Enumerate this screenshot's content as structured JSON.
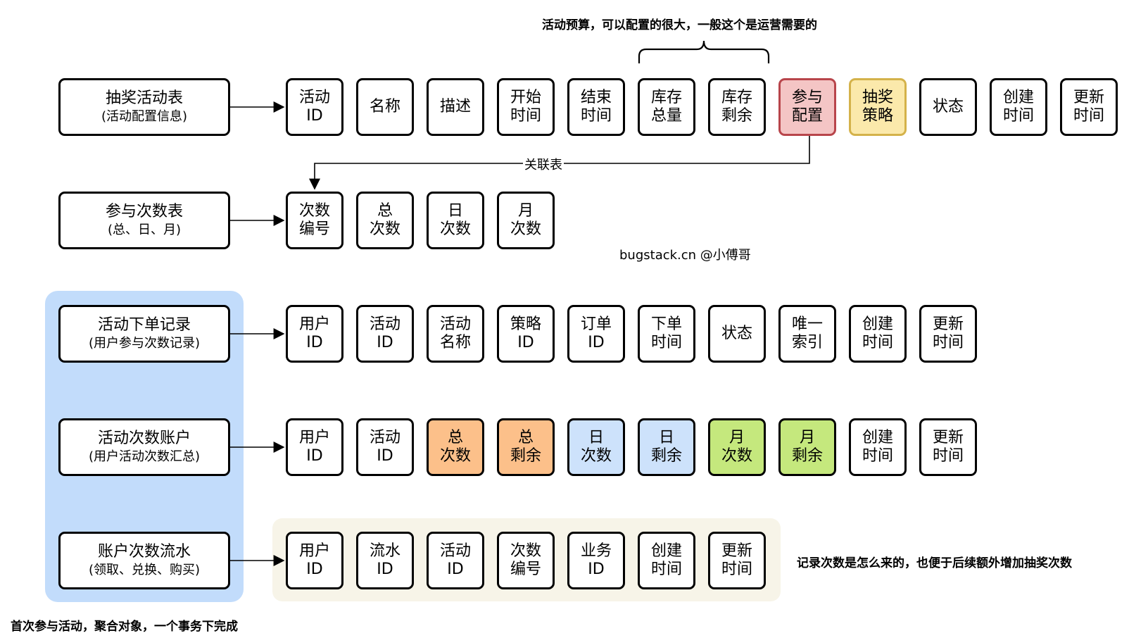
{
  "top_note": "活动预算，可以配置的很大，一般这个是运营需要的",
  "link_label": "关联表",
  "credit": "bugstack.cn @小傅哥",
  "right_note": "记录次数是怎么来的，也便于后续额外增加抽奖次数",
  "bottom_note": "首次参与活动，聚合对象，一个事务下完成",
  "colors": {
    "blue_panel": "#c2dcfb",
    "cream_panel": "#f7f4e8",
    "red": "#f4c5c5",
    "yellow": "#fbe9ab",
    "orange": "#fcc08a",
    "light_blue": "#cde2fb",
    "green": "#c5e87d"
  },
  "tables": {
    "raffle_activity": {
      "title": "抽奖活动表",
      "subtitle": "(活动配置信息)",
      "fields": [
        [
          "活动",
          "ID"
        ],
        [
          "名称"
        ],
        [
          "描述"
        ],
        [
          "开始",
          "时间"
        ],
        [
          "结束",
          "时间"
        ],
        [
          "库存",
          "总量"
        ],
        [
          "库存",
          "剩余"
        ],
        [
          "参与",
          "配置"
        ],
        [
          "抽奖",
          "策略"
        ],
        [
          "状态"
        ],
        [
          "创建",
          "时间"
        ],
        [
          "更新",
          "时间"
        ]
      ]
    },
    "count_table": {
      "title": "参与次数表",
      "subtitle": "(总、日、月)",
      "fields": [
        [
          "次数",
          "编号"
        ],
        [
          "总",
          "次数"
        ],
        [
          "日",
          "次数"
        ],
        [
          "月",
          "次数"
        ]
      ]
    },
    "order_record": {
      "title": "活动下单记录",
      "subtitle": "(用户参与次数记录)",
      "fields": [
        [
          "用户",
          "ID"
        ],
        [
          "活动",
          "ID"
        ],
        [
          "活动",
          "名称"
        ],
        [
          "策略",
          "ID"
        ],
        [
          "订单",
          "ID"
        ],
        [
          "下单",
          "时间"
        ],
        [
          "状态"
        ],
        [
          "唯一",
          "索引"
        ],
        [
          "创建",
          "时间"
        ],
        [
          "更新",
          "时间"
        ]
      ]
    },
    "count_account": {
      "title": "活动次数账户",
      "subtitle": "(用户活动次数汇总)",
      "fields": [
        [
          "用户",
          "ID"
        ],
        [
          "活动",
          "ID"
        ],
        [
          "总",
          "次数"
        ],
        [
          "总",
          "剩余"
        ],
        [
          "日",
          "次数"
        ],
        [
          "日",
          "剩余"
        ],
        [
          "月",
          "次数"
        ],
        [
          "月",
          "剩余"
        ],
        [
          "创建",
          "时间"
        ],
        [
          "更新",
          "时间"
        ]
      ]
    },
    "account_flow": {
      "title": "账户次数流水",
      "subtitle": "(领取、兑换、购买)",
      "fields": [
        [
          "用户",
          "ID"
        ],
        [
          "流水",
          "ID"
        ],
        [
          "活动",
          "ID"
        ],
        [
          "次数",
          "编号"
        ],
        [
          "业务",
          "ID"
        ],
        [
          "创建",
          "时间"
        ],
        [
          "更新",
          "时间"
        ]
      ]
    }
  }
}
